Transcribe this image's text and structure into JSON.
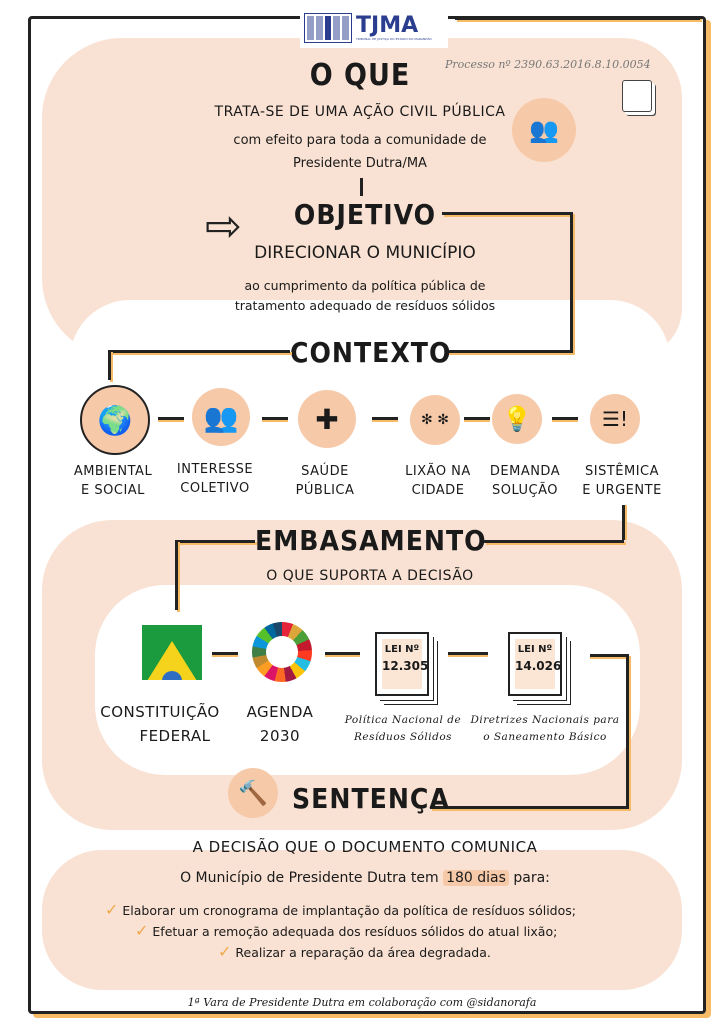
{
  "logo": {
    "name": "TJMA",
    "subtitle": "TRIBUNAL DE JUSTIÇA DO ESTADO DO MARANHÃO"
  },
  "process_number": "Processo nº 2390.63.2016.8.10.0054",
  "o_que": {
    "title": "O QUE",
    "line1": "TRATA-SE DE UMA AÇÃO CIVIL PÚBLICA",
    "line2": "com efeito para toda a comunidade de",
    "line3": "Presidente Dutra/MA"
  },
  "objetivo": {
    "title": "OBJETIVO",
    "subtitle": "DIRECIONAR O MUNICÍPIO",
    "line1": "ao cumprimento da política pública de",
    "line2": "tratamento adequado de resíduos sólidos"
  },
  "contexto": {
    "title": "CONTEXTO",
    "items": [
      {
        "line1": "AMBIENTAL",
        "line2": "E SOCIAL",
        "icon": "globe-icon"
      },
      {
        "line1": "INTERESSE",
        "line2": "COLETIVO",
        "icon": "crowd-icon"
      },
      {
        "line1": "SAÚDE",
        "line2": "PÚBLICA",
        "icon": "health-cross-hands-icon"
      },
      {
        "line1": "LIXÃO NA",
        "line2": "CIDADE",
        "icon": "flies-icon"
      },
      {
        "line1": "DEMANDA",
        "line2": "SOLUÇÃO",
        "icon": "lightbulb-icon"
      },
      {
        "line1": "SISTÊMICA",
        "line2": "E URGENTE",
        "icon": "checklist-alert-icon"
      }
    ]
  },
  "embasamento": {
    "title": "EMBASAMENTO",
    "subtitle": "O QUE SUPORTA A DECISÃO",
    "items": [
      {
        "line1": "CONSTITUIÇÃO",
        "line2": "FEDERAL",
        "icon": "brazil-flag-icon"
      },
      {
        "line1": "AGENDA",
        "line2": "2030",
        "icon": "sdg-wheel-icon"
      },
      {
        "doc_label": "LEI Nº",
        "doc_number": "12.305",
        "line1": "Política Nacional de",
        "line2": "Resíduos Sólidos"
      },
      {
        "doc_label": "LEI Nº",
        "doc_number": "14.026",
        "line1": "Diretrizes Nacionais para",
        "line2": "o Saneamento Básico"
      }
    ]
  },
  "sentenca": {
    "title": "SENTENÇA",
    "subtitle": "A DECISÃO QUE O DOCUMENTO COMUNICA",
    "intro": "O Município de Presidente Dutra tem",
    "deadline": "180 dias",
    "intro_end": "para:",
    "tasks": [
      "Elaborar um cronograma de implantação da política de resíduos sólidos;",
      "Efetuar a remoção adequada dos resíduos sólidos do atual lixão;",
      "Realizar a reparação da área degradada."
    ]
  },
  "footer": "1ª Vara de Presidente Dutra em colaboração com @sidanorafa",
  "colors": {
    "peach": "#f9e2d3",
    "accent": "#f5bb66",
    "circle": "#f6c9a8",
    "ink": "#1a1a1a"
  }
}
